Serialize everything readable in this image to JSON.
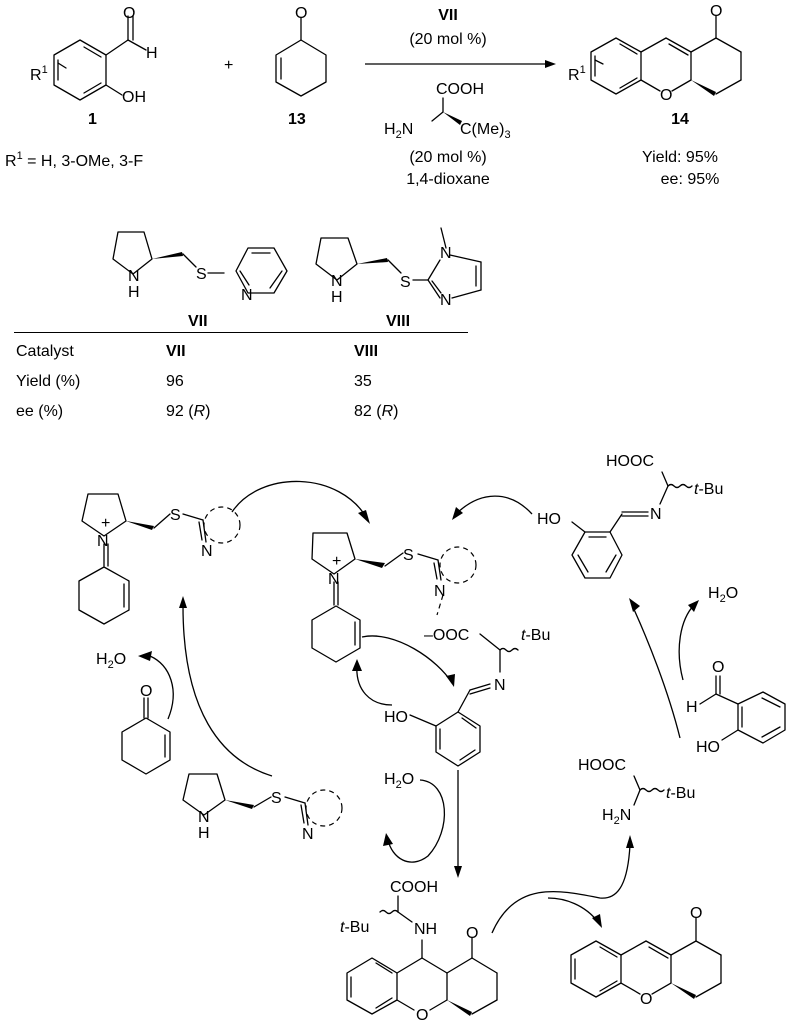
{
  "reaction": {
    "reactant1": {
      "label": "1",
      "substituent": "R",
      "substituent_sup": "1",
      "groups": [
        "H",
        "OH"
      ]
    },
    "reactant1_scope": {
      "prefix": "R",
      "sup": "1",
      "text": " = H, 3-OMe, 3-F"
    },
    "plus": "+",
    "reactant2": {
      "label": "13"
    },
    "conditions": {
      "catalyst": "VII",
      "catalyst_loading": "(20 mol %)",
      "additive_cooh": "COOH",
      "additive_h2n": "H",
      "additive_h2n_sub": "2",
      "additive_h2n_n": "N",
      "additive_cme3": "C(Me)",
      "additive_cme3_sub": "3",
      "additive_loading": "(20 mol %)",
      "solvent": "1,4-dioxane"
    },
    "product": {
      "label": "14",
      "substituent": "R",
      "substituent_sup": "1",
      "o_atom": "O",
      "carbonyl": "O",
      "yield": "Yield: 95%",
      "ee": "ee: 95%"
    }
  },
  "catalysts": [
    {
      "label": "VII",
      "atoms": {
        "nh_n": "N",
        "nh_h": "H",
        "s": "S",
        "n": "N"
      }
    },
    {
      "label": "VIII",
      "atoms": {
        "nh_n": "N",
        "nh_h": "H",
        "s": "S",
        "n1": "N",
        "n2": "N"
      }
    }
  ],
  "table": {
    "headers": [
      "Catalyst",
      "VII",
      "VIII"
    ],
    "rows": [
      {
        "label": "Yield (%)",
        "values": [
          "96",
          "35"
        ]
      },
      {
        "label": "ee (%)",
        "values": [
          "92 (",
          "82 ("
        ],
        "config": "R",
        "close": ")"
      }
    ]
  },
  "mechanism": {
    "iminium_left": {
      "n": "N",
      "charge": "+",
      "s": "S",
      "n2": "N"
    },
    "iminium_center": {
      "n": "N",
      "charge": "+",
      "s": "S",
      "n2": "N",
      "carboxylate": "–OOC",
      "tbu": "t",
      "tbu2": "-Bu",
      "imine_n": "N",
      "ho": "HO"
    },
    "imine_top_right": {
      "hooc": "HOOC",
      "tbu": "t",
      "tbu2": "-Bu",
      "n": "N",
      "ho": "HO"
    },
    "water_labels": [
      {
        "h": "H",
        "sub": "2",
        "o": "O"
      },
      {
        "h": "H",
        "sub": "2",
        "o": "O"
      },
      {
        "h": "H",
        "sub": "2",
        "o": "O"
      }
    ],
    "cyclohexenone": {
      "o": "O"
    },
    "free_catalyst": {
      "n": "N",
      "h": "H",
      "s": "S",
      "n2": "N"
    },
    "salicylaldehyde": {
      "o": "O",
      "h": "H",
      "ho": "HO"
    },
    "amino_acid": {
      "hooc": "HOOC",
      "tbu": "t",
      "tbu2": "-Bu",
      "h": "H",
      "sub": "2",
      "n": "N"
    },
    "adduct": {
      "cooh": "COOH",
      "tbu": "t",
      "tbu2": "-Bu",
      "nh": "NH",
      "o": "O",
      "ring_o": "O"
    },
    "product": {
      "o": "O",
      "ring_o": "O"
    }
  }
}
